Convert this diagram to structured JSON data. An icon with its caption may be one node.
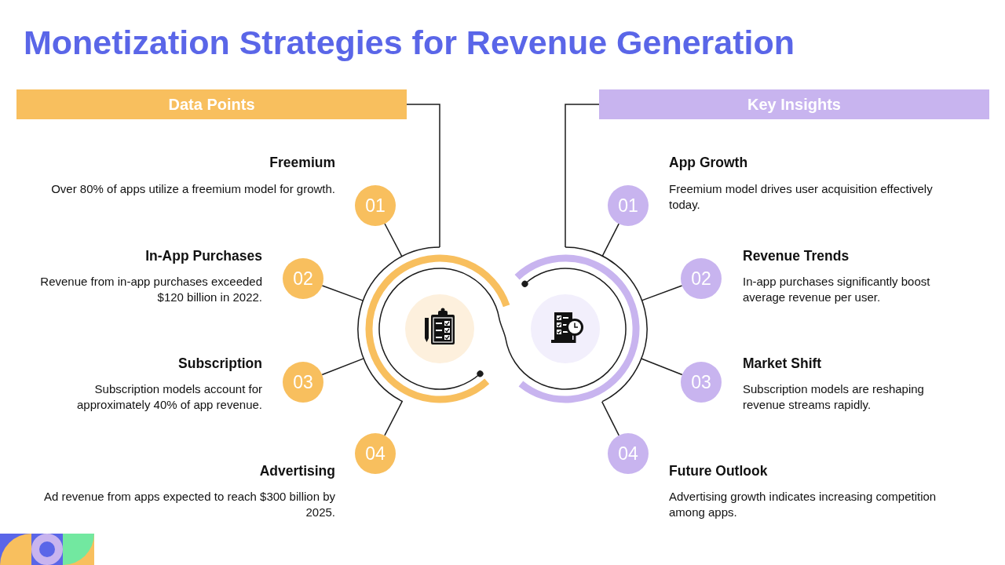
{
  "diagram": {
    "title": "Monetization Strategies for Revenue Generation",
    "nodes": [
      {
        "text": [
          "Data Points"
        ]
      },
      {
        "text": [
          "Key Insights"
        ]
      },
      {
        "text": [
          "01"
        ],
        "beside": [
          "Freemium",
          "Over 80% of apps utilize a freemium model for growth."
        ]
      },
      {
        "text": [
          "02"
        ],
        "beside": [
          "In-App Purchases",
          "Revenue from in-app purchases exceeded $120 billion in 2022."
        ]
      },
      {
        "text": [
          "03"
        ],
        "beside": [
          "Subscription",
          "Subscription models account for approximately 40% of app revenue."
        ]
      },
      {
        "text": [
          "04"
        ],
        "beside": [
          "Advertising",
          "Ad revenue from apps expected to reach $300 billion by 2025."
        ]
      },
      {
        "text": [
          "01"
        ],
        "beside": [
          "App Growth",
          "Freemium model drives user acquisition effectively today."
        ]
      },
      {
        "text": [
          "02"
        ],
        "beside": [
          "Revenue Trends",
          "In-app purchases significantly boost average revenue per user."
        ]
      },
      {
        "text": [
          "03"
        ],
        "beside": [
          "Market Shift",
          "Subscription models are reshaping revenue streams rapidly."
        ]
      },
      {
        "text": [
          "04"
        ],
        "beside": [
          "Future Outlook",
          "Advertising growth indicates increasing competition among apps."
        ]
      },
      {
        "text": [],
        "shape": "circle"
      },
      {
        "text": [],
        "shape": "circle"
      }
    ],
    "edges": [
      {
        "from": 0,
        "to": 10,
        "arrow": "none"
      },
      {
        "from": 2,
        "to": 10,
        "arrow": "none"
      },
      {
        "from": 3,
        "to": 10,
        "arrow": "none"
      },
      {
        "from": 4,
        "to": 10,
        "arrow": "none"
      },
      {
        "from": 5,
        "to": 10,
        "arrow": "none"
      },
      {
        "from": 1,
        "to": 11,
        "arrow": "none"
      },
      {
        "from": 6,
        "to": 11,
        "arrow": "none"
      },
      {
        "from": 7,
        "to": 11,
        "arrow": "none"
      },
      {
        "from": 8,
        "to": 11,
        "arrow": "none"
      },
      {
        "from": 9,
        "to": 11,
        "arrow": "none"
      },
      {
        "from": 10,
        "to": 11,
        "arrow": "other"
      }
    ]
  }
}
